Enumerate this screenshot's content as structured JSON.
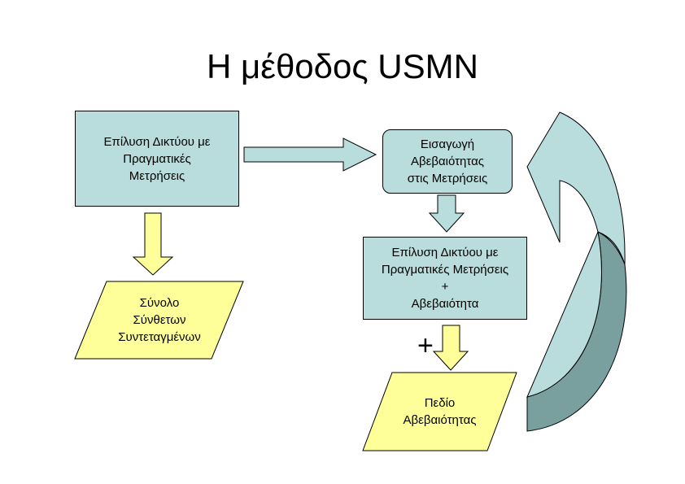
{
  "title": "Η μέθοδος USMN",
  "colors": {
    "box_fill": "#b9dcdc",
    "parallelogram_fill": "#ffff99",
    "arrow_yellow": "#ffff99",
    "arrow_blue": "#b9dcdc",
    "curved_arrow_shadow": "#7a9f9f",
    "outline": "#000000"
  },
  "nodes": {
    "solve_real": "Επίλυση Δικτύου με\nΠραγματικές\nΜετρήσεις",
    "introduce_uncertainty": "Εισαγωγή\nΑβεβαιότητας\nστις Μετρήσεις",
    "solve_with_uncertainty": "Επίλυση Δικτύου με\nΠραγματικές Μετρήσεις\n+\nΑβεβαιότητα",
    "composite_coords": "Σύνολο\nΣύνθετων\nΣυντεταγμένων",
    "uncertainty_field": "Πεδίο\nΑβεβαιότητας"
  },
  "plus_label": "+"
}
